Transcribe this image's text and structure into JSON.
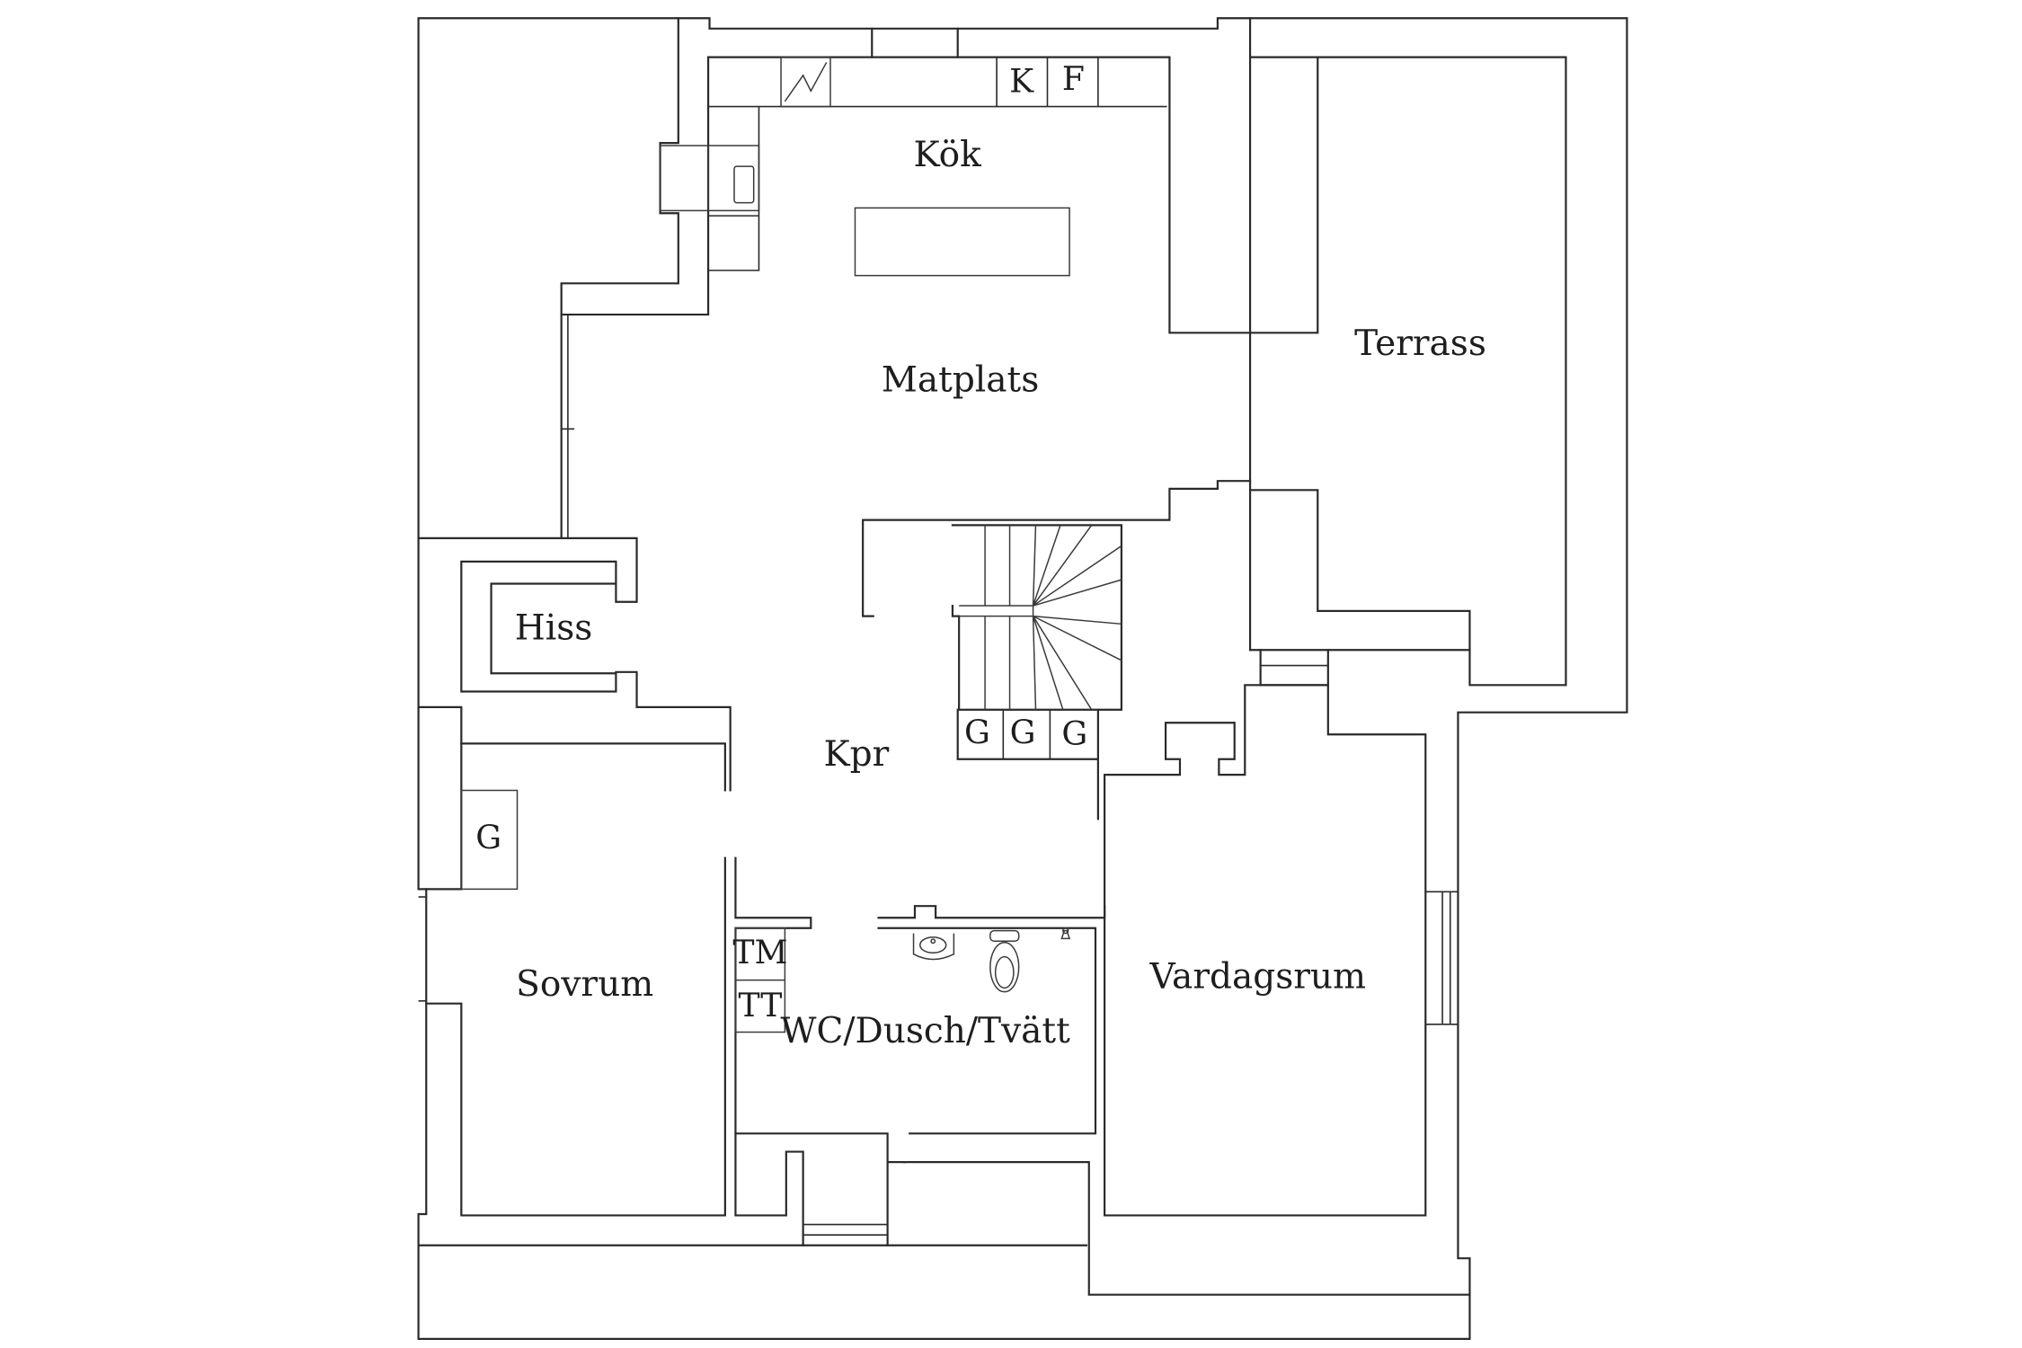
{
  "rooms": {
    "kok": "Kök",
    "matplats": "Matplats",
    "terrass": "Terrass",
    "hiss": "Hiss",
    "kpr": "Kpr",
    "sovrum": "Sovrum",
    "wc": "WC/Dusch/Tvätt",
    "vardagsrum": "Vardagsrum"
  },
  "appliances": {
    "k": "K",
    "f": "F",
    "g1": "G",
    "g2": "G",
    "g3": "G",
    "g_sovrum": "G",
    "tm": "TM",
    "tt": "TT"
  }
}
